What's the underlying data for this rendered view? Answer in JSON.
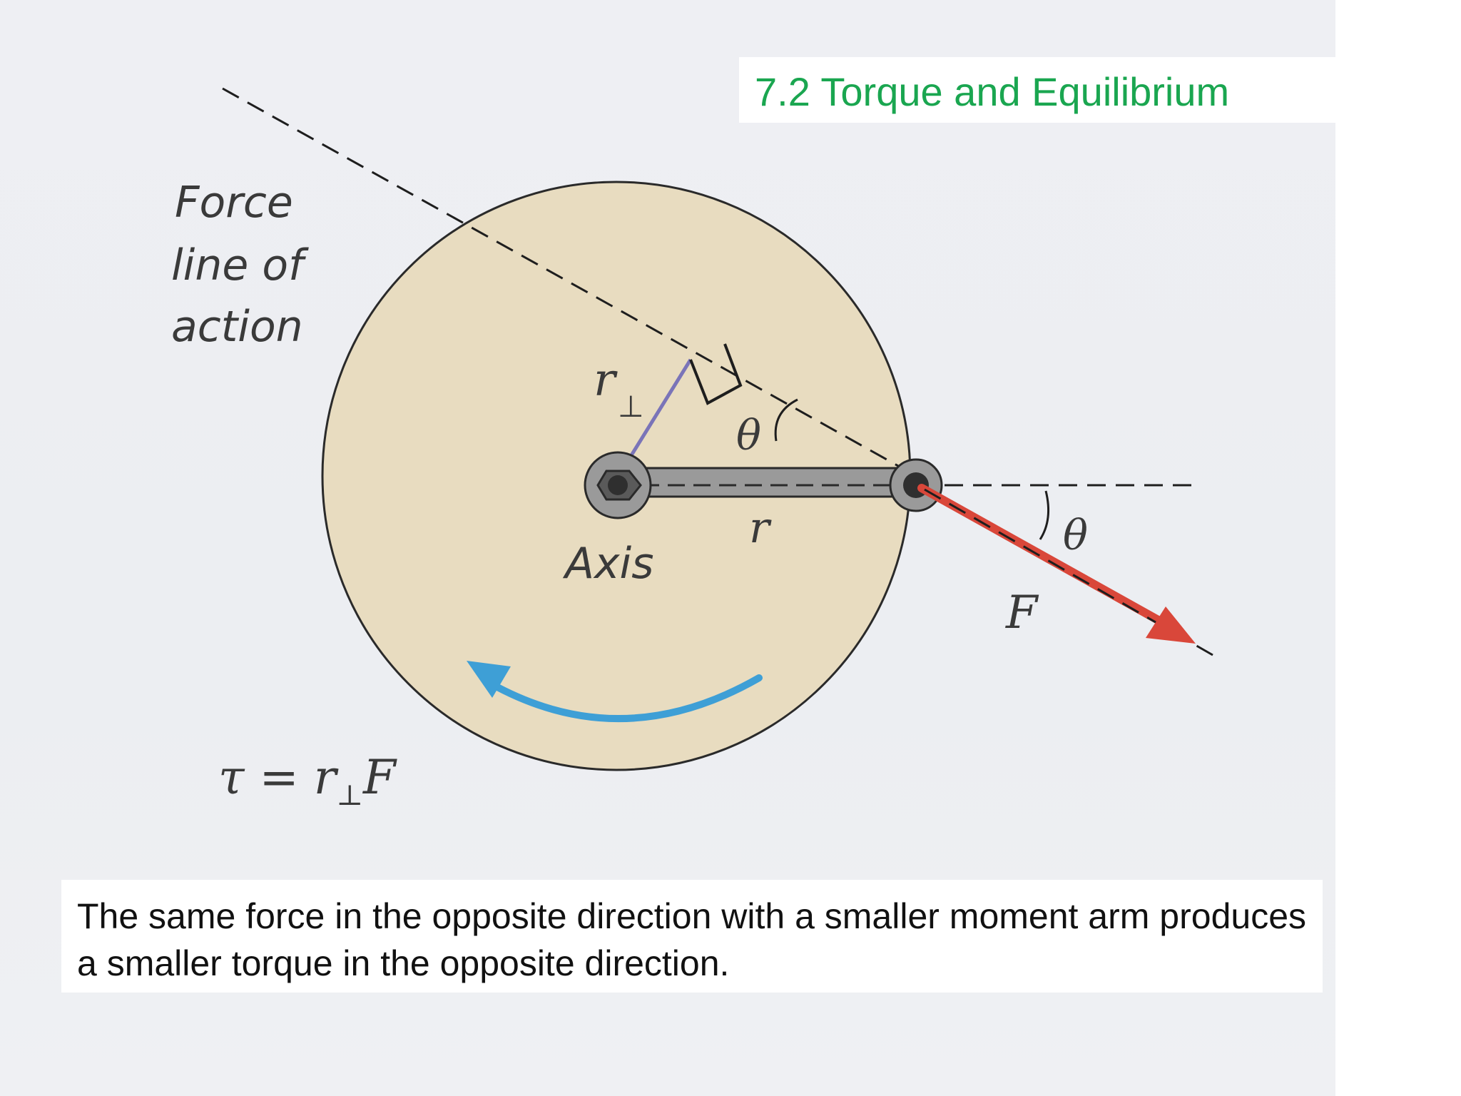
{
  "slide": {
    "title": "7.2 Torque and Equilibrium",
    "caption": "The same force in the opposite direction with a smaller moment arm produces a smaller torque in the opposite direction."
  },
  "diagram": {
    "force_line_label": [
      "Force",
      "line of",
      "action"
    ],
    "axis_label": "Axis",
    "moment_arm_label": "r",
    "moment_arm_subscript": "⊥",
    "radius_label": "r",
    "angle_label_upper": "θ",
    "angle_label_lower": "θ",
    "force_label": "F",
    "equation": {
      "lhs": "τ",
      "equals": " = ",
      "r": "r",
      "subscript": "⊥",
      "F": "F"
    },
    "colors": {
      "disk": "#e8dcc0",
      "force_arrow": "#d9473a",
      "rotation_arrow": "#3e9fd6",
      "moment_arm": "#7a74b8",
      "title": "#1aa650"
    }
  }
}
